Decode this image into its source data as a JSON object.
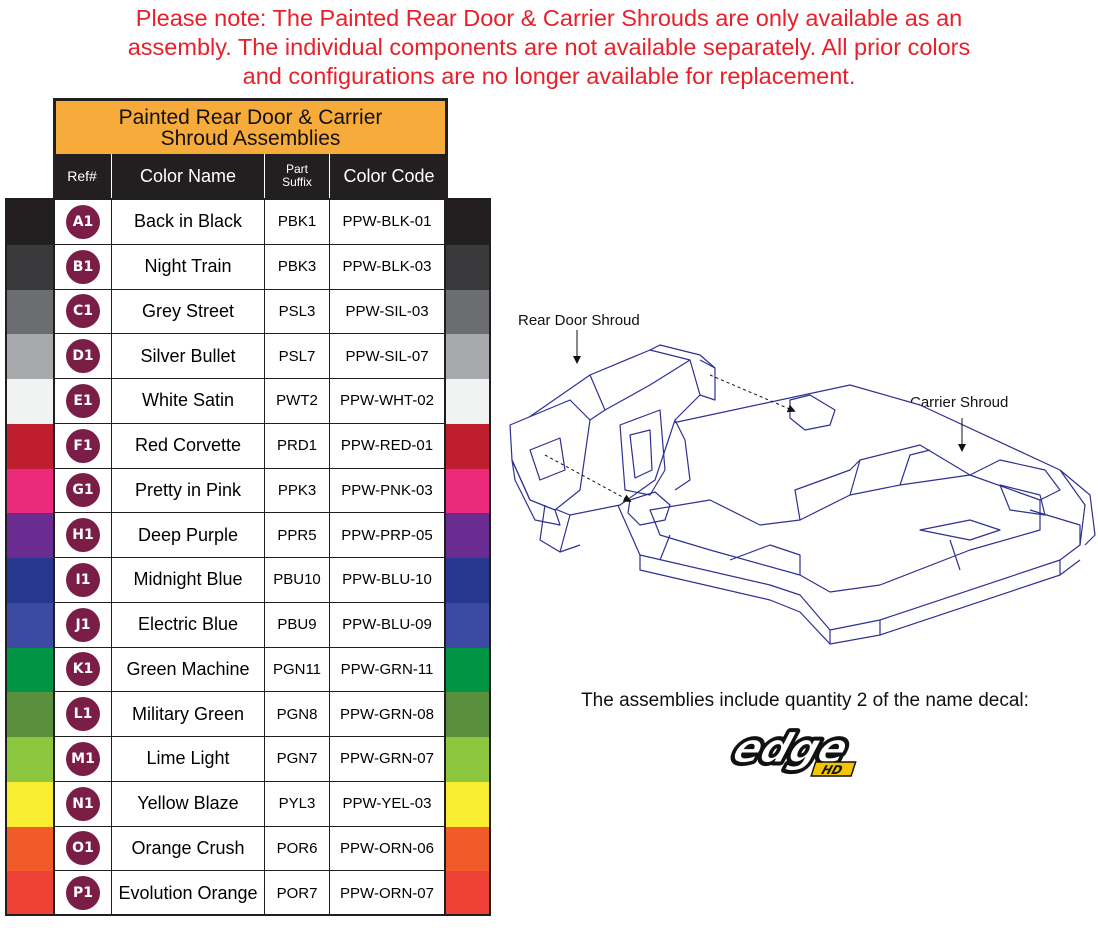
{
  "note": {
    "lines": [
      "Please note: The Painted Rear Door & Carrier Shrouds are only available as an",
      "assembly. The individual components are not available separately. All prior colors",
      "and configurations are no longer available for replacement."
    ]
  },
  "table": {
    "title_line1": "Painted Rear Door & Carrier",
    "title_line2": "Shroud Assemblies",
    "headers": {
      "ref": "Ref#",
      "color_name": "Color Name",
      "part_suffix_1": "Part",
      "part_suffix_2": "Suffix",
      "color_code": "Color Code"
    },
    "rows": [
      {
        "ref": "A1",
        "name": "Back in Black",
        "suffix": "PBK1",
        "code": "PPW-BLK-01",
        "color": "#231f20"
      },
      {
        "ref": "B1",
        "name": "Night Train",
        "suffix": "PBK3",
        "code": "PPW-BLK-03",
        "color": "#3a3a3c"
      },
      {
        "ref": "C1",
        "name": "Grey Street",
        "suffix": "PSL3",
        "code": "PPW-SIL-03",
        "color": "#6b6d70"
      },
      {
        "ref": "D1",
        "name": "Silver Bullet",
        "suffix": "PSL7",
        "code": "PPW-SIL-07",
        "color": "#a7a9ac"
      },
      {
        "ref": "E1",
        "name": "White Satin",
        "suffix": "PWT2",
        "code": "PPW-WHT-02",
        "color": "#f1f2f2"
      },
      {
        "ref": "F1",
        "name": "Red Corvette",
        "suffix": "PRD1",
        "code": "PPW-RED-01",
        "color": "#be1e2d"
      },
      {
        "ref": "G1",
        "name": "Pretty in Pink",
        "suffix": "PPK3",
        "code": "PPW-PNK-03",
        "color": "#ec2a7b"
      },
      {
        "ref": "H1",
        "name": "Deep Purple",
        "suffix": "PPR5",
        "code": "PPW-PRP-05",
        "color": "#6a2c91"
      },
      {
        "ref": "I1",
        "name": "Midnight Blue",
        "suffix": "PBU10",
        "code": "PPW-BLU-10",
        "color": "#27378f"
      },
      {
        "ref": "J1",
        "name": "Electric Blue",
        "suffix": "PBU9",
        "code": "PPW-BLU-09",
        "color": "#3d4aa3"
      },
      {
        "ref": "K1",
        "name": "Green Machine",
        "suffix": "PGN11",
        "code": "PPW-GRN-11",
        "color": "#009444"
      },
      {
        "ref": "L1",
        "name": "Military Green",
        "suffix": "PGN8",
        "code": "PPW-GRN-08",
        "color": "#5a8f3e"
      },
      {
        "ref": "M1",
        "name": "Lime Light",
        "suffix": "PGN7",
        "code": "PPW-GRN-07",
        "color": "#8dc63f"
      },
      {
        "ref": "N1",
        "name": "Yellow Blaze",
        "suffix": "PYL3",
        "code": "PPW-YEL-03",
        "color": "#f9ed32"
      },
      {
        "ref": "O1",
        "name": "Orange Crush",
        "suffix": "POR6",
        "code": "PPW-ORN-06",
        "color": "#f15a29"
      },
      {
        "ref": "P1",
        "name": "Evolution Orange",
        "suffix": "POR7",
        "code": "PPW-ORN-07",
        "color": "#ef4136"
      }
    ]
  },
  "diagram": {
    "label_rear": "Rear Door Shroud",
    "label_carrier": "Carrier Shroud",
    "decal_text": "The assemblies include quantity 2 of the name decal:",
    "logo_text": "edge",
    "logo_sub": "HD"
  },
  "colors": {
    "note_red": "#e8202a",
    "header_orange": "#f7ab3b",
    "badge_purple": "#7a1e48",
    "line_blue": "#2e3192"
  }
}
